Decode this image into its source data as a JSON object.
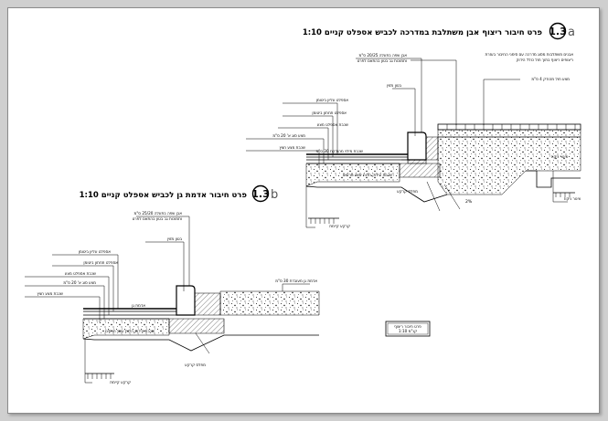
{
  "colors": {
    "sheet": "#ffffff",
    "frame": "#8a8a8a",
    "ink": "#000000",
    "suffix": "#555555"
  },
  "detail_a": {
    "badge": "1.3",
    "suffix": "a",
    "title": "פרט חיבור ריצוף אבן משתלבת במדרכה לכביש אספלט קניים 1:10",
    "labels": {
      "pavers": "אבנים משתלבות מסוג מדרכה עם סימני החיבור בעזרת",
      "pavers_2": "ריצופים ריצוף בתוך חול כולל הידוק",
      "sand_base": "מצע חול מהודק 4 ס\"מ",
      "curb_note": "אבן שפה בתעלה  20/25 ס\"מ",
      "curb_note_2": "ותמוכות גב בטון בהתאם לפרט",
      "concrete": "בטון מזוין",
      "asphalt_top": "אספלט עליון ביטומן",
      "asphalt_bottom": "אספלט תחתון ביטומן",
      "base_course": "שכבת אספלט מצע",
      "subgrade_top": "מצע סוג א' 20 ס\"מ",
      "subgrade_bottom": "שכבת מצע חצץ",
      "compacted": "שכבת מילוי מהודקת 30 ס\"מ",
      "layers_note": "שכבת הידוק הלוח עשוי חרסים",
      "slope": "2%",
      "pipe": "צינור ניקוז",
      "ground": "קרקע קיימת",
      "drain": "צינור ניקוז",
      "grade": "מפלס קרקע"
    }
  },
  "detail_b": {
    "badge": "1.3",
    "suffix": "b",
    "title": "פרט חיבור אדמת גן לכביש אספלט קניים 1:10",
    "labels": {
      "curb_note": "אבן שפה בתעלה 25/20 ס\"מ",
      "curb_note_2": "ותמוכות גב בטון בהתאם לפרט",
      "concrete": "בטון מזוין",
      "asphalt_top": "אספלט עליון ביטומן",
      "asphalt_bottom": "אספלט תחתון ביטומן",
      "base_course": "שכבת אספלט מצע",
      "subgrade_top": "מצע סוג א' 20 ס\"מ",
      "subgrade_bottom": "שכבת מצע חצץ",
      "topsoil": "אדמת גן",
      "garden_soil": "אדמת גן מעובדת 30 ס\"מ",
      "layers_note": "שכבת הידוק הלוח עשוי חרסים",
      "ground": "קרקע קיימת",
      "grade": "מפלס קרקע"
    }
  },
  "stamp": {
    "line1": "פרט חיבור ריצוף",
    "line2": "קנ\"מ 1:10"
  }
}
